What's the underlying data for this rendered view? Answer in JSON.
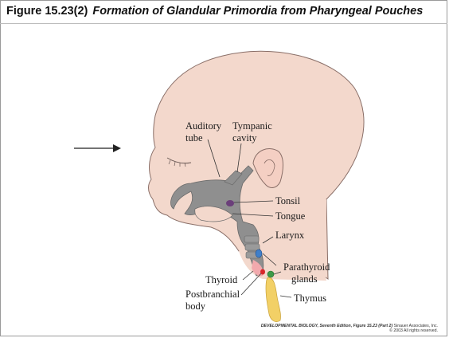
{
  "figure": {
    "number": "Figure 15.23(2)",
    "caption": "Formation of Glandular Primordia from Pharyngeal Pouches"
  },
  "labels": {
    "auditory_tube_1": "Auditory",
    "auditory_tube_2": "tube",
    "tympanic_cavity_1": "Tympanic",
    "tympanic_cavity_2": "cavity",
    "tonsil": "Tonsil",
    "tongue": "Tongue",
    "larynx": "Larynx",
    "parathyroid_1": "Parathyroid",
    "parathyroid_2": "glands",
    "thyroid": "Thyroid",
    "postbranchial_1": "Postbranchial",
    "postbranchial_2": "body",
    "thymus": "Thymus"
  },
  "credit": {
    "book": "DEVELOPMENTAL BIOLOGY, Seventh Edition, Figure 15.23 (Part 2)",
    "publisher": "Sinauer Associates, Inc.",
    "rights": "© 2003 All rights reserved."
  },
  "colors": {
    "skin": "#f3d8cc",
    "outline": "#7a6a66",
    "pharynx": "#8f8f8f",
    "tonsil": "#6b3f7a",
    "thyroid": "#f2a9ad",
    "parathyroid_blue": "#3f7fc9",
    "parathyroid_green": "#3d9a48",
    "postbranchial": "#d8262a",
    "thymus": "#f2d066"
  }
}
